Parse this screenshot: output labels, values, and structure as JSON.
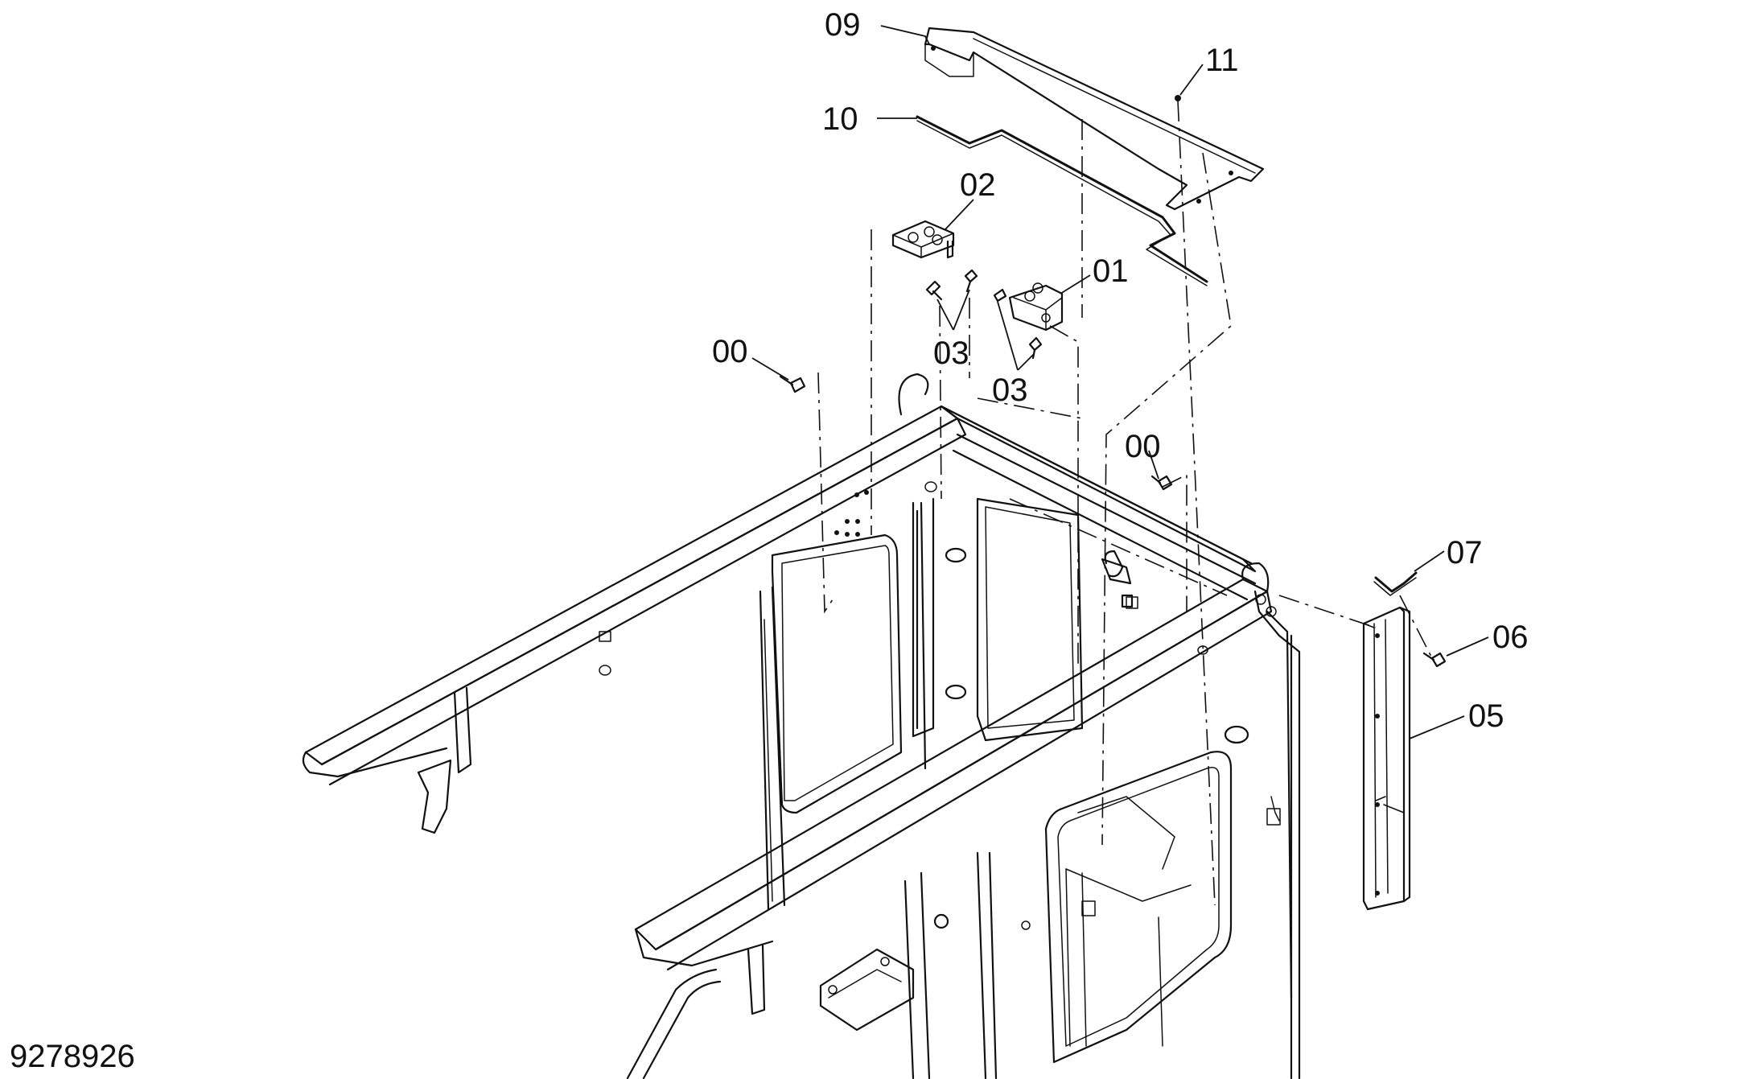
{
  "figure_number": "9278926",
  "callouts": {
    "c09": "09",
    "c10": "10",
    "c11": "11",
    "c02": "02",
    "c01": "01",
    "c03a": "03",
    "c03b": "03",
    "c00a": "00",
    "c00b": "00",
    "c07": "07",
    "c06": "06",
    "c05": "05"
  }
}
